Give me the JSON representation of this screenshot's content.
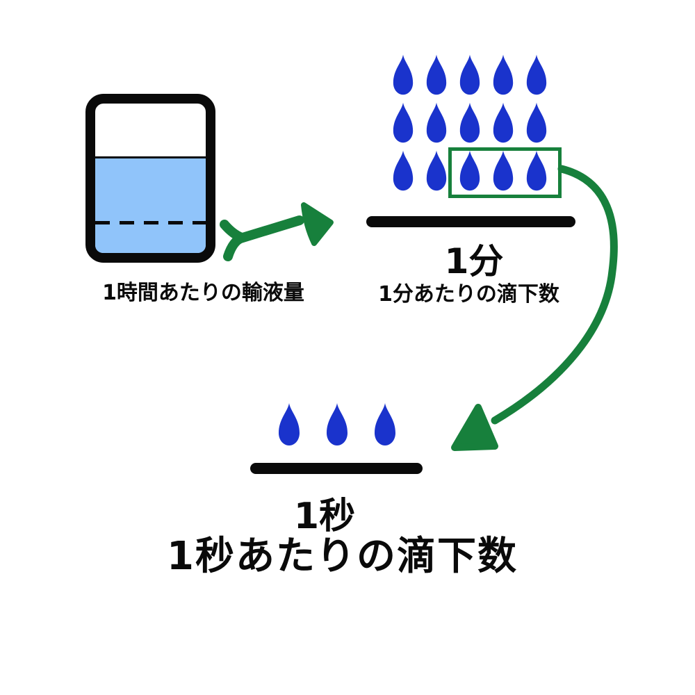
{
  "diagram": {
    "background": "#ffffff",
    "colors": {
      "drop_blue": "#1A33CC",
      "liquid_blue": "#90C4FA",
      "arrow_green": "#17803C",
      "ink_black": "#0a0a0a"
    },
    "hour_section": {
      "caption": "1時間あたりの輸液量",
      "container_liquid_level": "partially filled with dashed target line"
    },
    "minute_section": {
      "drop_count": 15,
      "drop_columns": 5,
      "drop_rows": 3,
      "highlighted_drop_count": 3,
      "unit_label": "1分",
      "caption": "1分あたりの滴下数"
    },
    "second_section": {
      "drop_count": 3,
      "unit_label": "1秒",
      "caption": "1秒あたりの滴下数"
    }
  }
}
